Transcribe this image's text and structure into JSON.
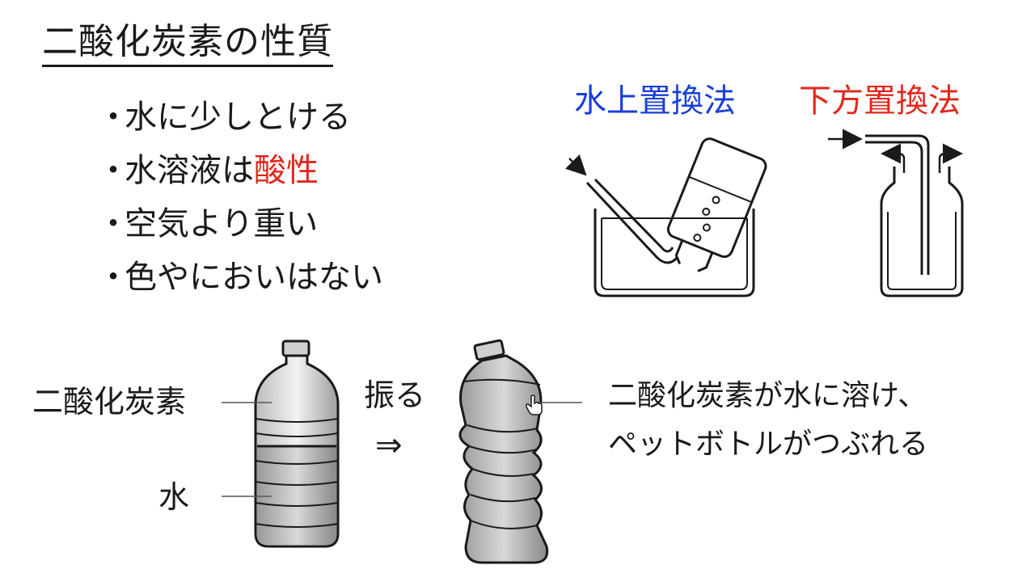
{
  "title": "二酸化炭素の性質",
  "bullet_marker": "・",
  "bullets": [
    {
      "text": "水に少しとける",
      "highlight": ""
    },
    {
      "text": "水溶液は",
      "highlight": "酸性"
    },
    {
      "text": "空気より重い",
      "highlight": ""
    },
    {
      "text": "色やにおいはない",
      "highlight": ""
    }
  ],
  "methods": {
    "water": "水上置換法",
    "downward": "下方置換法"
  },
  "experiment": {
    "co2_label": "二酸化炭素",
    "water_label": "水",
    "shake_label": "振る",
    "arrow": "⇒",
    "result_line1": "二酸化炭素が水に溶け、",
    "result_line2": "ペットボトルがつぶれる"
  },
  "colors": {
    "highlight_red": "#e0281c",
    "method_blue": "#1a3fd6",
    "method_red": "#e0281c"
  },
  "icons": [
    "hand-pointer-icon"
  ]
}
